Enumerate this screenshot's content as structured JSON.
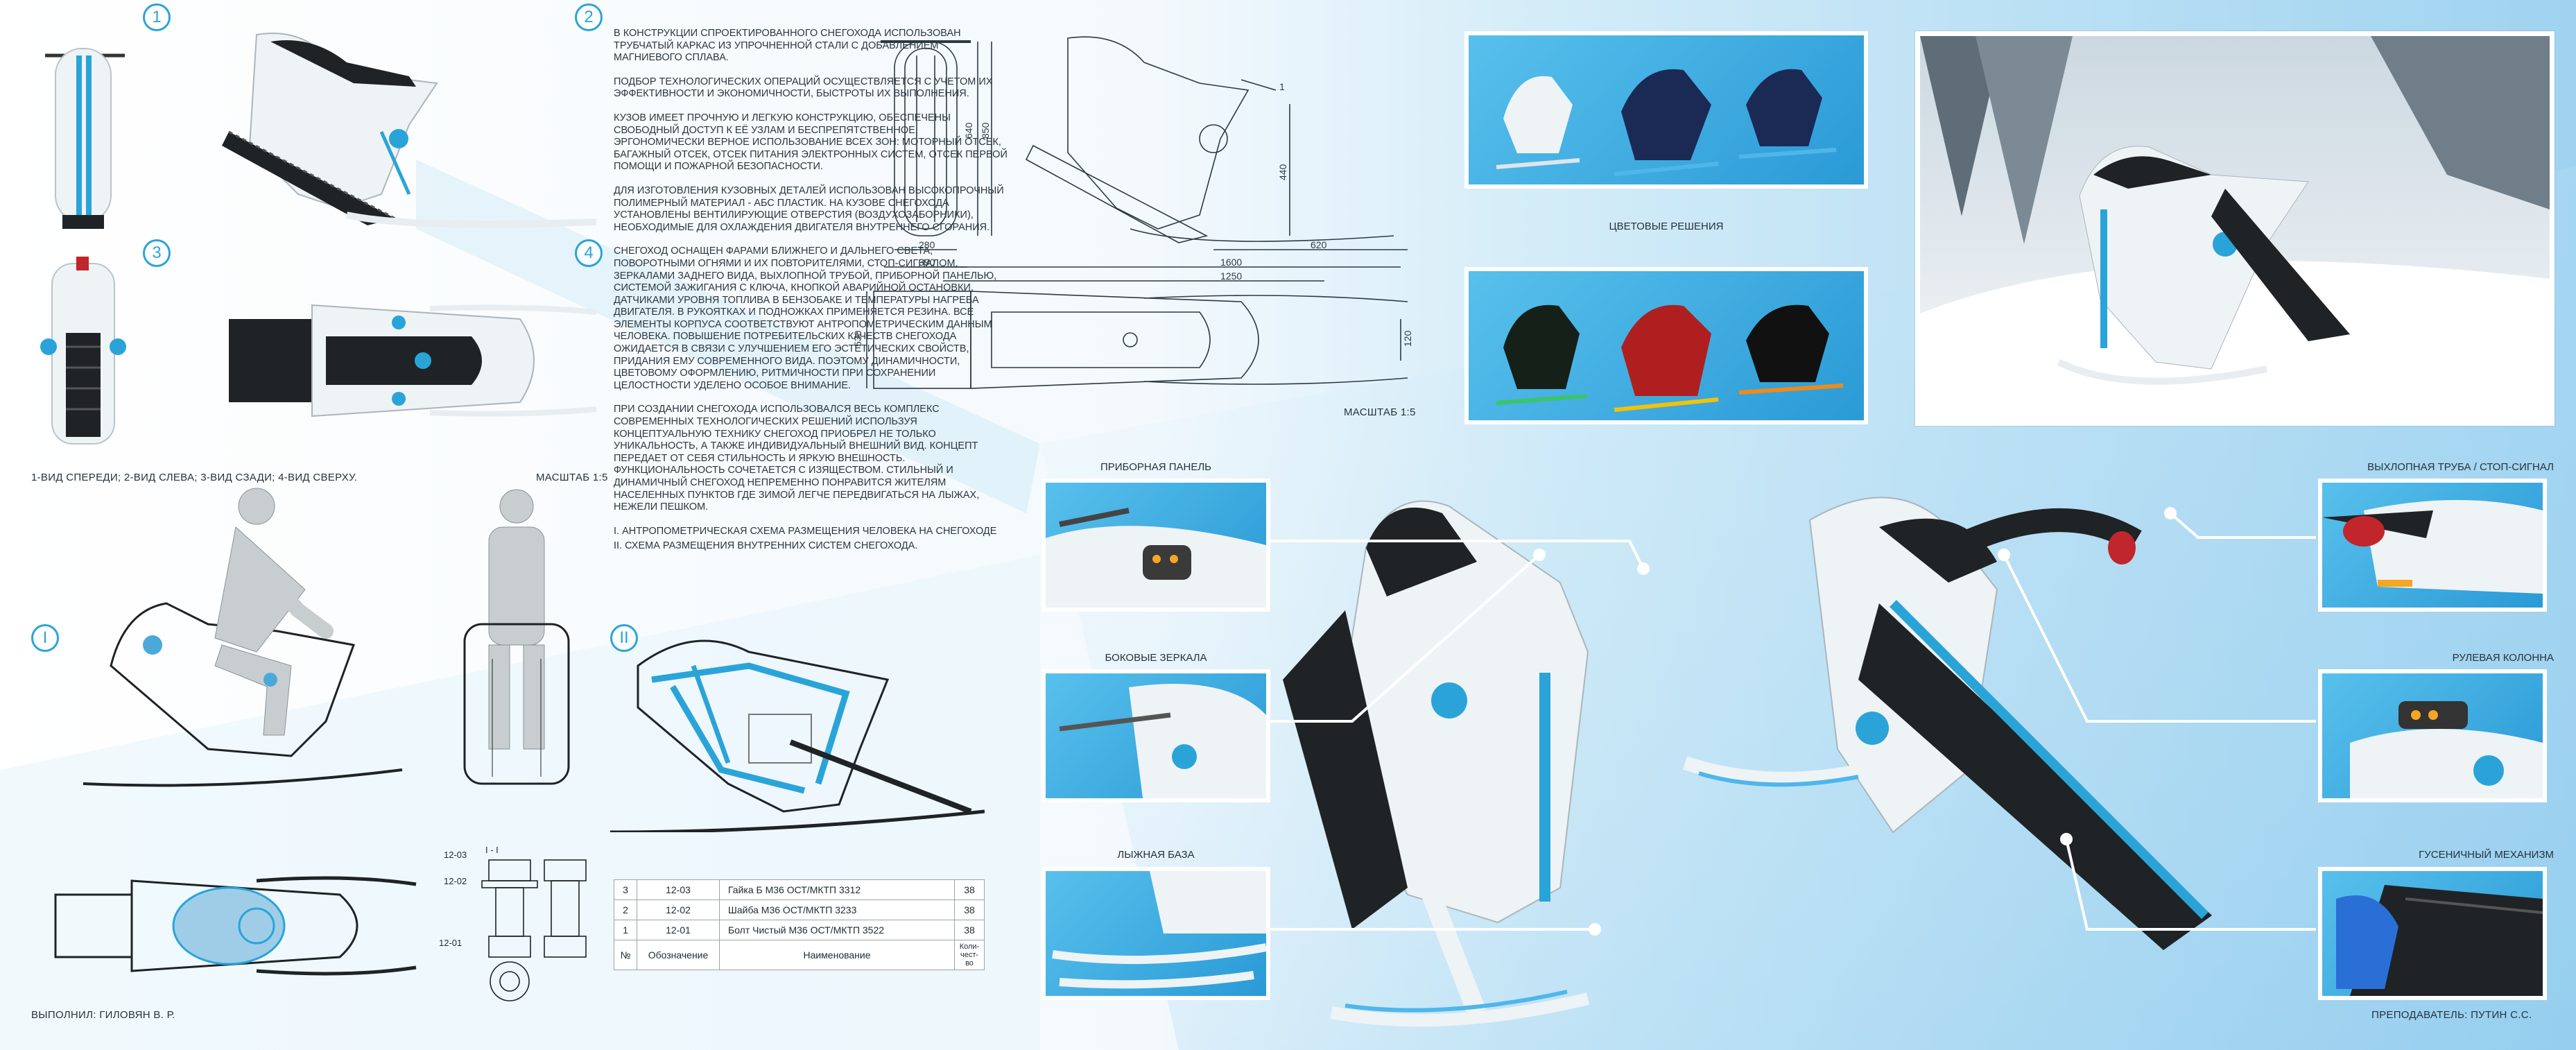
{
  "badges": {
    "b1": "1",
    "b2": "2",
    "b3": "3",
    "b4": "4",
    "r1": "I",
    "r2": "II"
  },
  "captions": {
    "views": "1-ВИД СПЕРЕДИ; 2-ВИД СЛЕВА; 3-ВИД СЗАДИ; 4-ВИД СВЕРХУ.",
    "scale_left": "МАСШТАБ 1:5",
    "scale_drawing": "МАСШТАБ 1:5",
    "color_solutions": "ЦВЕТОВЫЕ РЕШЕНИЯ",
    "author": "ВЫПОЛНИЛ: ГИЛОВЯН В. Р.",
    "teacher": "ПРЕПОДАВАТЕЛЬ: ПУТИН С.С.",
    "schema1": "I. АНТРОПОМЕТРИЧЕСКАЯ СХЕМА РАЗМЕЩЕНИЯ ЧЕЛОВЕКА НА СНЕГОХОДЕ",
    "schema2": "II. СХЕМА РАЗМЕЩЕНИЯ ВНУТРЕННИХ СИСТЕМ СНЕГОХОДА.",
    "section": "I - I"
  },
  "description": {
    "p1": "В КОНСТРУКЦИИ СПРОЕКТИРОВАННОГО СНЕГОХОДА ИСПОЛЬЗОВАН ТРУБЧАТЫЙ КАРКАС ИЗ УПРОЧНЕННОЙ СТАЛИ С ДОБАВЛЕНИЕМ МАГНИЕВОГО СПЛАВА.",
    "p2": "ПОДБОР ТЕХНОЛОГИЧЕСКИХ ОПЕРАЦИЙ ОСУЩЕСТВЛЯЕТСЯ С УЧЕТОМ ИХ ЭФФЕКТИВНОСТИ И ЭКОНОМИЧНОСТИ, БЫСТРОТЫ ИХ ВЫПОЛНЕНИЯ.",
    "p3": "КУЗОВ ИМЕЕТ ПРОЧНУЮ И ЛЕГКУЮ КОНСТРУКЦИЮ, ОБЕСПЕЧЕНЫ СВОБОДНЫЙ ДОСТУП К ЕЁ УЗЛАМ И БЕСПРЕПЯТСТВЕННОЕ, ЭРГОНОМИЧЕСКИ ВЕРНОЕ ИСПОЛЬЗОВАНИЕ ВСЕХ ЗОН: МОТОРНЫЙ ОТСЕК, БАГАЖНЫЙ ОТСЕК, ОТСЕК ПИТАНИЯ ЭЛЕКТРОННЫХ СИСТЕМ, ОТСЕК ПЕРВОЙ ПОМОЩИ И ПОЖАРНОЙ БЕЗОПАСНОСТИ.",
    "p4": "ДЛЯ ИЗГОТОВЛЕНИЯ КУЗОВНЫХ ДЕТАЛЕЙ ИСПОЛЬЗОВАН ВЫСОКОПРОЧНЫЙ ПОЛИМЕРНЫЙ МАТЕРИАЛ - АБС ПЛАСТИК. НА КУЗОВЕ СНЕГОХОДА УСТАНОВЛЕНЫ ВЕНТИЛИРУЮЩИЕ ОТВЕРСТИЯ (ВОЗДУХОЗАБОРНИКИ), НЕОБХОДИМЫЕ ДЛЯ ОХЛАЖДЕНИЯ ДВИГАТЕЛЯ ВНУТРЕННЕГО СГОРАНИЯ.",
    "p5": "СНЕГОХОД ОСНАЩЕН ФАРАМИ БЛИЖНЕГО И ДАЛЬНЕГО СВЕТА, ПОВОРОТНЫМИ ОГНЯМИ И ИХ ПОВТОРИТЕЛЯМИ, СТОП-СИГНАЛОМ, ЗЕРКАЛАМИ ЗАДНЕГО ВИДА, ВЫХЛОПНОЙ ТРУБОЙ, ПРИБОРНОЙ ПАНЕЛЬЮ, СИСТЕМОЙ ЗАЖИГАНИЯ С КЛЮЧА, КНОПКОЙ АВАРИЙНОЙ ОСТАНОВКИ, ДАТЧИКАМИ УРОВНЯ ТОПЛИВА В БЕНЗОБАКЕ И ТЕМПЕРАТУРЫ НАГРЕВА ДВИГАТЕЛЯ. В РУКОЯТКАХ И ПОДНОЖКАХ ПРИМЕНЯЕТСЯ РЕЗИНА. ВСЕ ЭЛЕМЕНТЫ КОРПУСА СООТВЕТСТВУЮТ АНТРОПОМЕТРИЧЕСКИМ ДАННЫМ ЧЕЛОВЕКА. ПОВЫШЕНИЕ ПОТРЕБИТЕЛЬСКИХ КАЧЕСТВ СНЕГОХОДА ОЖИДАЕТСЯ В СВЯЗИ С УЛУЧШЕНИЕМ ЕГО ЭСТЕТИЧЕСКИХ СВОЙСТВ, ПРИДАНИЯ ЕМУ СОВРЕМЕННОГО ВИДА. ПОЭТОМУ ДИНАМИЧНОСТИ, ЦВЕТОВОМУ ОФОРМЛЕНИЮ, РИТМИЧНОСТИ ПРИ СОХРАНЕНИИ ЦЕЛОСТНОСТИ УДЕЛЕНО ОСОБОЕ ВНИМАНИЕ.",
    "p6": "ПРИ СОЗДАНИИ СНЕГОХОДА ИСПОЛЬЗОВАЛСЯ ВЕСЬ КОМПЛЕКС СОВРЕМЕННЫХ ТЕХНОЛОГИЧЕСКИХ РЕШЕНИЙ ИСПОЛЬЗУЯ КОНЦЕПТУАЛЬНУЮ ТЕХНИКУ СНЕГОХОД ПРИОБРЕЛ НЕ ТОЛЬКО УНИКАЛЬНОСТЬ, А ТАКЖЕ ИНДИВИДУАЛЬНЫЙ ВНЕШНИЙ ВИД. КОНЦЕПТ ПЕРЕДАЕТ ОТ СЕБЯ СТИЛЬНОСТЬ И ЯРКУЮ ВНЕШНОСТЬ. ФУНКЦИОНАЛЬНОСТЬ СОЧЕТАЕТСЯ С ИЗЯЩЕСТВОМ. СТИЛЬНЫЙ И ДИНАМИЧНЫЙ СНЕГОХОД НЕПРЕМЕННО ПОНРАВИТСЯ ЖИТЕЛЯМ НАСЕЛЕННЫХ ПУНКТОВ ГДЕ ЗИМОЙ ЛЕГЧЕ ПЕРЕДВИГАТЬСЯ НА ЛЫЖАХ, НЕЖЕЛИ ПЕШКОМ."
  },
  "dimensions": {
    "d640": "640",
    "d850": "850",
    "d280": "280",
    "d390": "390",
    "d440": "440",
    "d620": "620",
    "d1": "1",
    "d1600": "1600",
    "d1250": "1250",
    "d530": "530",
    "d120": "120"
  },
  "bolt_labels": {
    "a": "12-03",
    "b": "12-02",
    "c": "12-01"
  },
  "callouts": {
    "dashboard": "ПРИБОРНАЯ ПАНЕЛЬ",
    "mirrors": "БОКОВЫЕ ЗЕРКАЛА",
    "ski": "ЛЫЖНАЯ БАЗА",
    "exhaust": "ВЫХЛОПНАЯ ТРУБА / СТОП-СИГНАЛ",
    "steering": "РУЛЕВАЯ КОЛОННА",
    "track": "ГУСЕНИЧНЫЙ МЕХАНИЗМ"
  },
  "spec_table": {
    "rows": [
      {
        "n": "3",
        "code": "12-03",
        "name": "Гайка Б М36 ОСТ/МКТП 3312",
        "qty": "38"
      },
      {
        "n": "2",
        "code": "12-02",
        "name": "Шайба М36 ОСТ/МКТП 3233",
        "qty": "38"
      },
      {
        "n": "1",
        "code": "12-01",
        "name": "Болт Чистый М36 ОСТ/МКТП 3522",
        "qty": "38"
      }
    ],
    "header": {
      "n": "№",
      "code": "Обозначение",
      "name": "Наименование",
      "qty": "Коли- чест- во"
    }
  },
  "colors": {
    "accent": "#2aa4d8",
    "track": "#1f2326",
    "body": "#eef3f6",
    "sky_blue": "#bfe3f6"
  }
}
